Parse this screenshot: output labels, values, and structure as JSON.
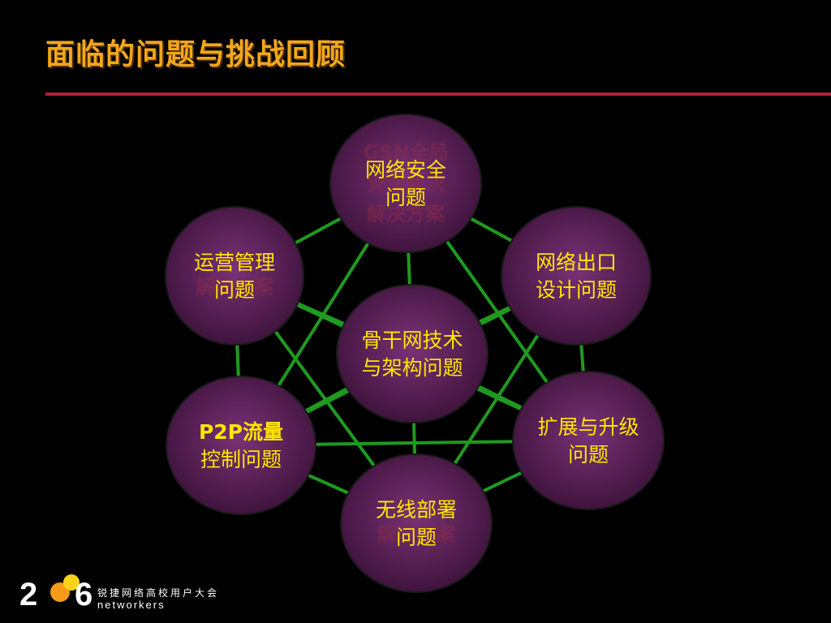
{
  "slide": {
    "title": "面临的问题与挑战回顾"
  },
  "nodes": [
    {
      "id": "top",
      "lines": [
        "网络安全",
        "问题"
      ]
    },
    {
      "id": "left-upper",
      "lines": [
        "运营管理",
        "问题"
      ]
    },
    {
      "id": "right-upper",
      "lines": [
        "网络出口",
        "设计问题"
      ]
    },
    {
      "id": "center",
      "lines": [
        "骨干网技术",
        "与架构问题"
      ]
    },
    {
      "id": "left-lower",
      "lines": [
        "P2P流量",
        "控制问题"
      ]
    },
    {
      "id": "right-lower",
      "lines": [
        "扩展与升级",
        "问题"
      ]
    },
    {
      "id": "bottom",
      "lines": [
        "无线部署",
        "问题"
      ]
    }
  ],
  "ghost_text": {
    "top": [
      "GSN全局",
      "安全解决",
      "解决方案"
    ],
    "left-upper": [
      "解决方案"
    ],
    "bottom": [
      "解决方案"
    ]
  },
  "logo": {
    "year_left": "2",
    "year_right": "6",
    "cn": "锐捷网络高校用户大会",
    "en": "networkers"
  },
  "colors": {
    "title": "#f2a81c",
    "rule": "#b01f36",
    "node_text": "#ffe600",
    "line": "#1f9a1f",
    "node_fill_outer": "#3a1138",
    "node_fill_inner": "#6b2a68"
  }
}
